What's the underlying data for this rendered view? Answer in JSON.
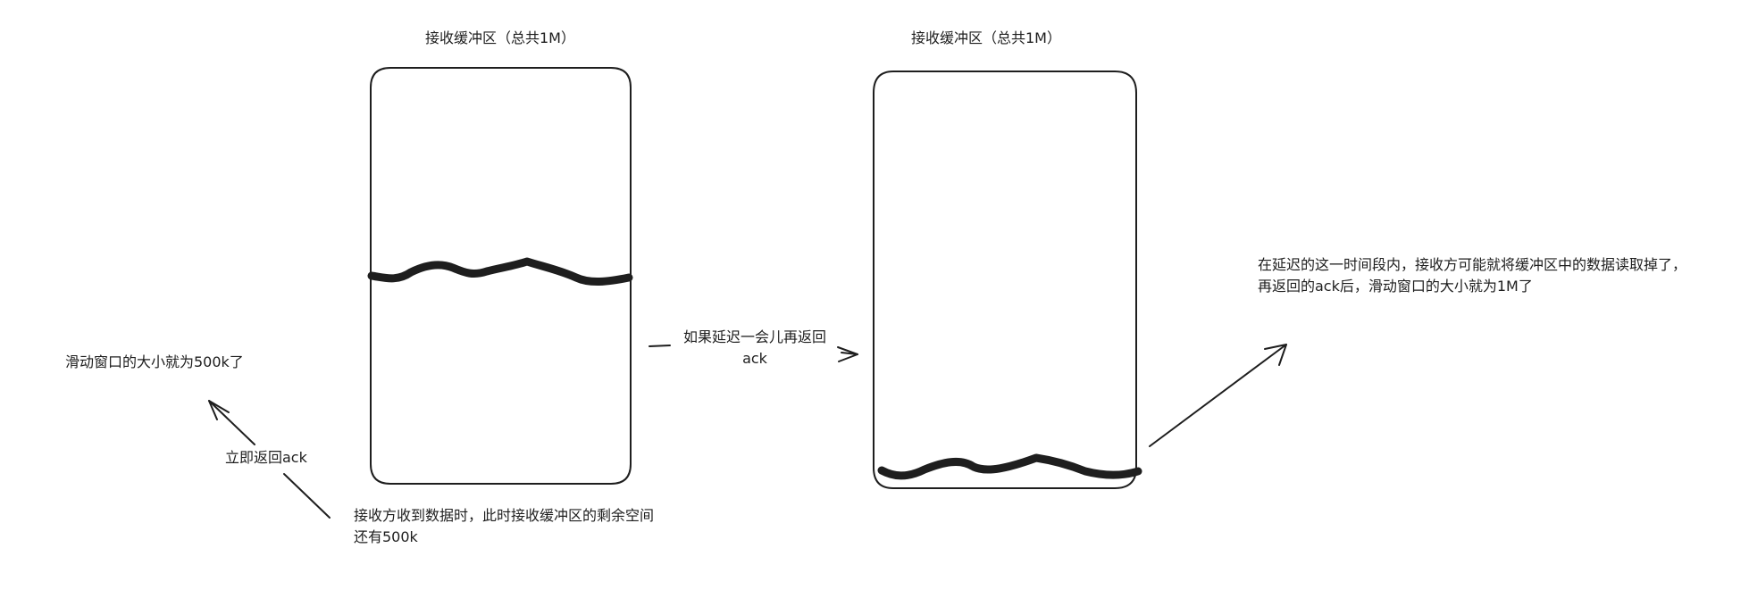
{
  "buffer_left": {
    "title": "接收缓冲区（总共1M）"
  },
  "buffer_right": {
    "title": "接收缓冲区（总共1M）"
  },
  "notes": {
    "received": [
      "接收方收到数据时，此时接收缓冲区的剩余空间",
      "还有500k"
    ],
    "immediate_ack": "立即返回ack",
    "window_500k": "滑动窗口的大小就为500k了",
    "delayed_ack": [
      "如果延迟一会儿再返回",
      "ack"
    ],
    "after_delay": [
      "在延迟的这一时间段内，接收方可能就将缓冲区中的数据读取掉了，",
      "再返回的ack后，滑动窗口的大小就为1M了"
    ]
  },
  "colors": {
    "stroke": "#1e1e1e",
    "background": "#ffffff"
  }
}
